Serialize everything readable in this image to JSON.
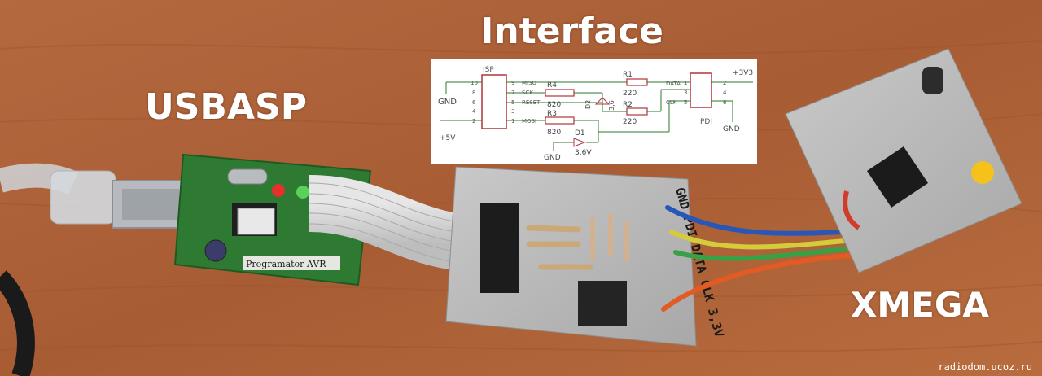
{
  "labels": {
    "usbasp": "USBASP",
    "interface": "Interface",
    "xmega": "XMEGA",
    "watermark": "radiodom.ucoz.ru"
  },
  "board": {
    "silk": "Programator AVR"
  },
  "adapter": {
    "pins": "GND PDI DATA CLK 3,3V"
  },
  "schematic": {
    "isp_title": "ISP",
    "pdi_title": "PDI",
    "gnd_left": "GND",
    "plus5v": "+5V",
    "plus3v3": "+3V3",
    "gnd_bottom": "GND",
    "gnd_right": "GND",
    "isp_left_pins": [
      "10",
      "8",
      "6",
      "4",
      "2"
    ],
    "isp_right_pins": [
      "9",
      "7",
      "5",
      "3",
      "1"
    ],
    "signals": [
      "MISO",
      "SCK",
      "RESET",
      "MOSI"
    ],
    "r4": "R4",
    "r4_val": "820",
    "r3": "R3",
    "r3_val": "820",
    "r1": "R1",
    "r1_val": "220",
    "r2": "R2",
    "r2_val": "220",
    "d2": "D2",
    "d2_val": "3,6",
    "d1": "D1",
    "d1_val": "3,6V",
    "data": "DATA",
    "clk": "CLK",
    "pdi_pins_left": [
      "1",
      "3",
      "5"
    ],
    "pdi_pins_right": [
      "2",
      "4",
      "6"
    ]
  },
  "colors": {
    "table": "#b0643a",
    "pcb": "#2f7a32",
    "ribbon": "#d8d8d8",
    "schematic_line": "#2e7a2e",
    "schematic_part": "#b0343a"
  }
}
